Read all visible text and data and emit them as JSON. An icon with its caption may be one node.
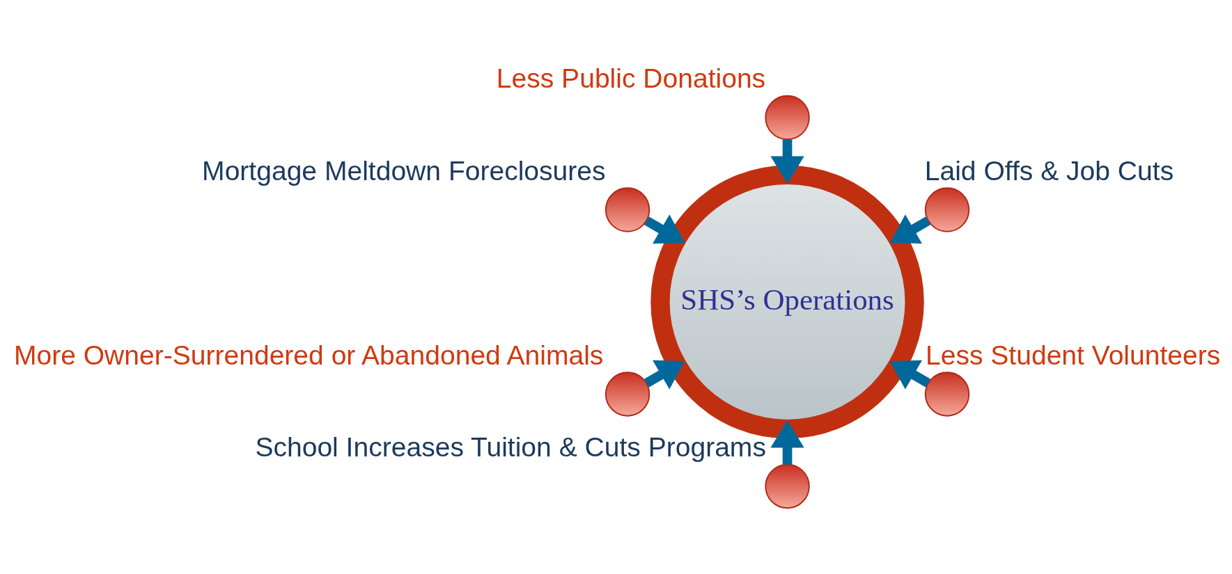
{
  "diagram": {
    "nodes": [
      {
        "text": [
          "SHS’s Operations"
        ]
      },
      {
        "text": [],
        "shape": "circle",
        "beside": [
          "Laid Offs & Job Cuts"
        ]
      },
      {
        "text": [],
        "shape": "circle",
        "beside": [
          "Less Public Donations"
        ]
      },
      {
        "text": [],
        "shape": "circle",
        "beside": [
          "Mortgage Meltdown Foreclosures"
        ]
      },
      {
        "text": [],
        "shape": "circle",
        "beside": [
          "More Owner-Surrendered or Abandoned Animals"
        ]
      },
      {
        "text": [],
        "shape": "circle",
        "beside": [
          "School Increases Tuition & Cuts Programs"
        ]
      },
      {
        "text": [],
        "shape": "circle",
        "beside": [
          "Less Student Volunteers"
        ]
      }
    ],
    "edges": [
      {
        "from": 1,
        "to": 0,
        "arrow": "to"
      },
      {
        "from": 2,
        "to": 0,
        "arrow": "to"
      },
      {
        "from": 3,
        "to": 0,
        "arrow": "to"
      },
      {
        "from": 4,
        "to": 0,
        "arrow": "to"
      },
      {
        "from": 5,
        "to": 0,
        "arrow": "to"
      },
      {
        "from": 6,
        "to": 0,
        "arrow": "to"
      }
    ]
  }
}
